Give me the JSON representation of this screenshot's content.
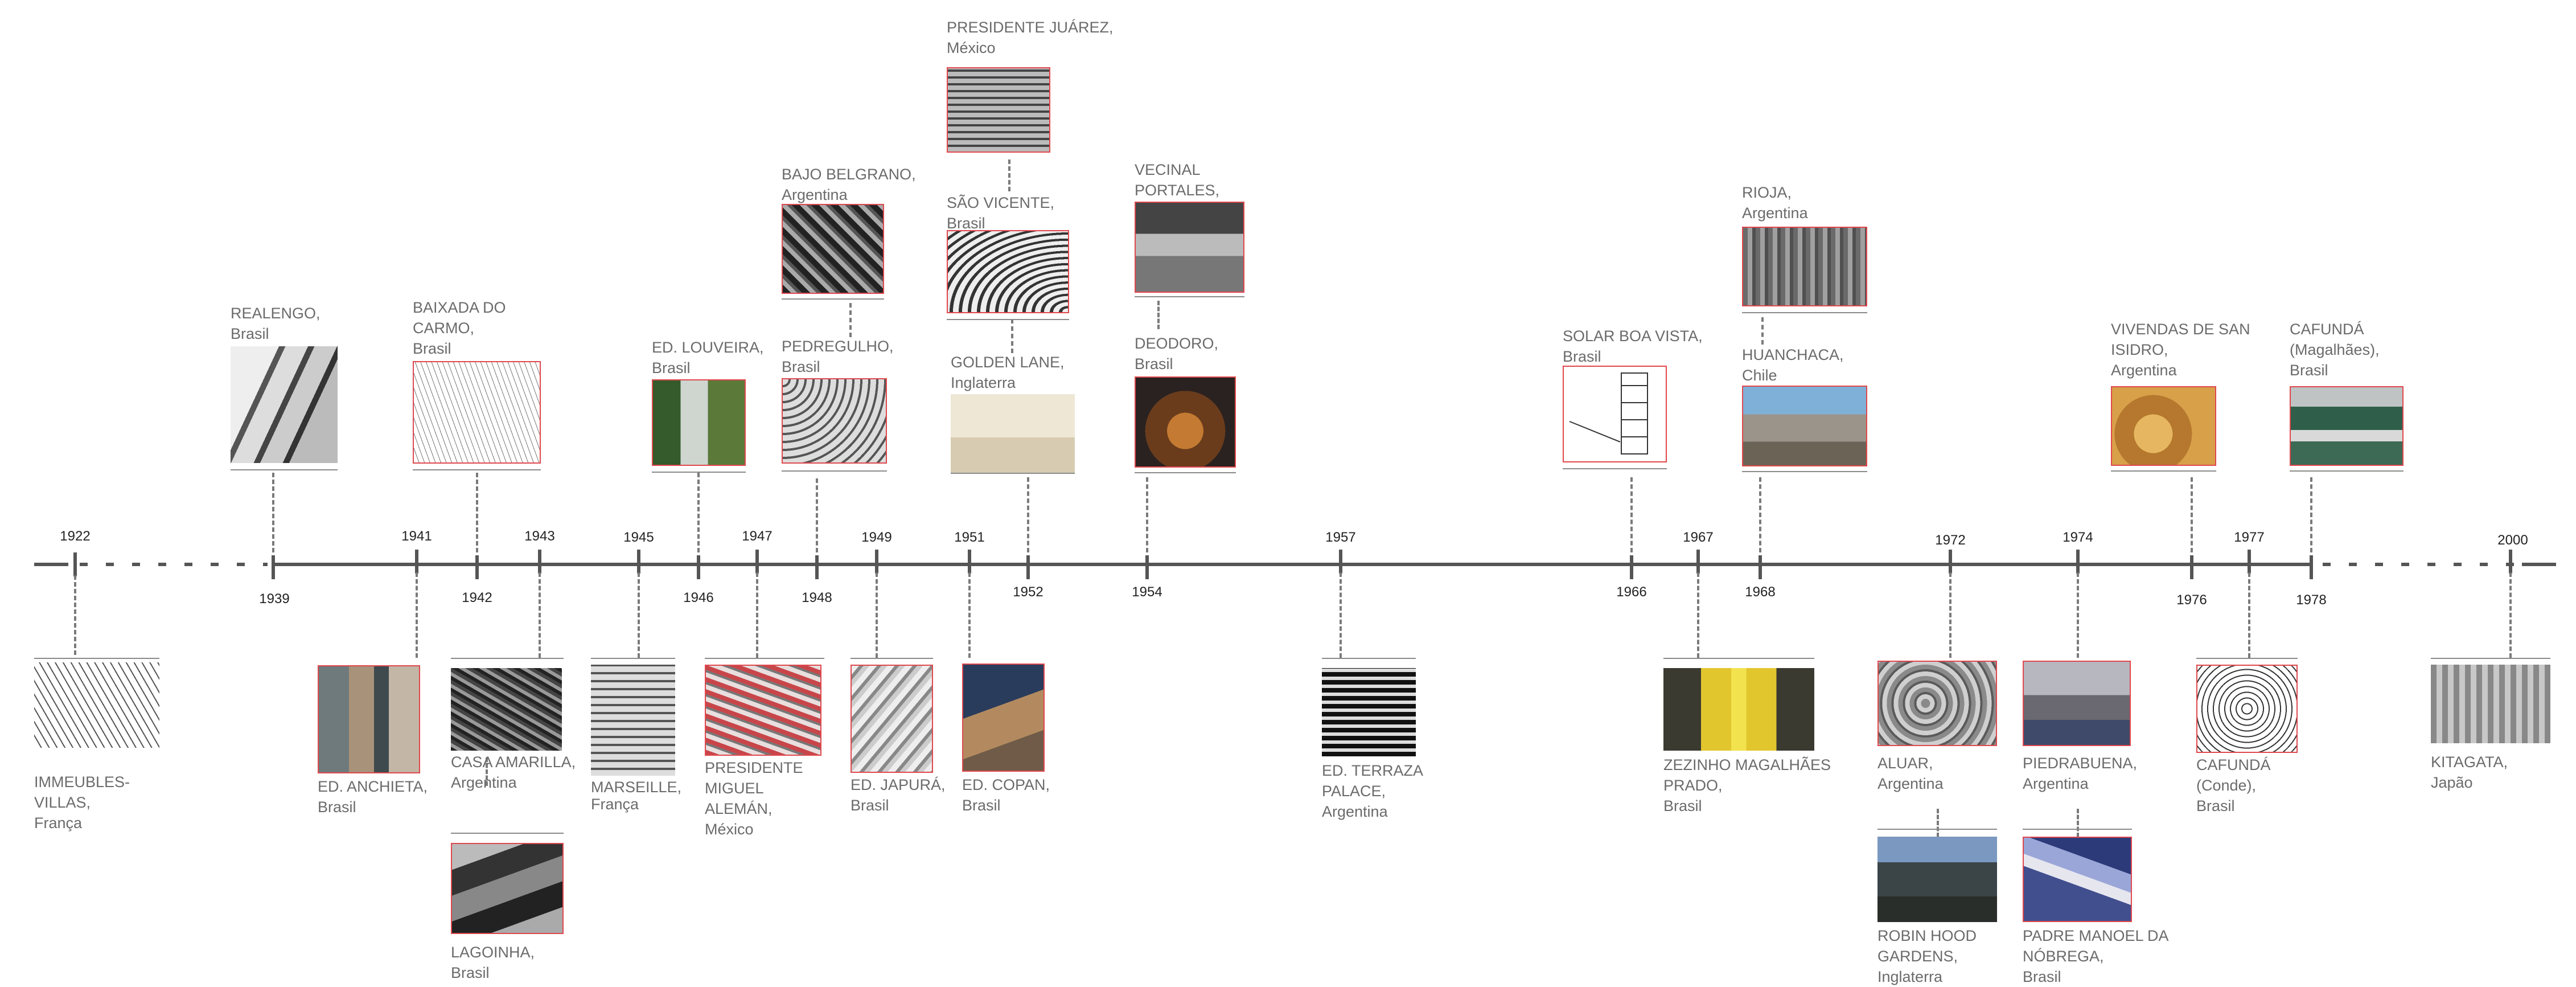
{
  "timeline": {
    "years_top": [
      "1922",
      "1941",
      "1943",
      "1945",
      "1947",
      "1949",
      "1951",
      "1957",
      "1967",
      "1972",
      "1974",
      "1977",
      "2000"
    ],
    "years_bottom": [
      "1939",
      "1942",
      "1946",
      "1948",
      "1952",
      "1954",
      "1966",
      "1968",
      "1976",
      "1978"
    ]
  },
  "projects": [
    {
      "id": "immeubles",
      "label": "IMMEUBLES-VILLAS,\nFrança",
      "style": "sketch"
    },
    {
      "id": "realengo",
      "label": "REALENGO,\nBrasil",
      "style": "bw"
    },
    {
      "id": "anchieta",
      "label": "ED. ANCHIETA,\nBrasil",
      "style": "color"
    },
    {
      "id": "baixada",
      "label": "BAIXADA DO\nCARMO,\nBrasil",
      "style": "sketch"
    },
    {
      "id": "casa_amarilla",
      "label": "CASA AMARILLA,\nArgentina",
      "style": "bw"
    },
    {
      "id": "lagoinha",
      "label": "LAGOINHA,\nBrasil",
      "style": "bw"
    },
    {
      "id": "marseille",
      "label": "MARSEILLE,\nFrança",
      "style": "bw"
    },
    {
      "id": "louveira",
      "label": "ED. LOUVEIRA,\nBrasil",
      "style": "color"
    },
    {
      "id": "miguel_aleman",
      "label": "PRESIDENTE\nMIGUEL\nALEMÁN,\nMéxico",
      "style": "color"
    },
    {
      "id": "bajo_belgrano",
      "label": "BAJO BELGRANO,\nArgentina",
      "style": "bw"
    },
    {
      "id": "pedregulho",
      "label": "PEDREGULHO,\nBrasil",
      "style": "bw"
    },
    {
      "id": "japura",
      "label": "ED. JAPURÁ,\nBrasil",
      "style": "bw"
    },
    {
      "id": "copan",
      "label": "ED. COPAN,\nBrasil",
      "style": "color"
    },
    {
      "id": "juarez",
      "label": "PRESIDENTE JUÁREZ,\nMéxico",
      "style": "bw"
    },
    {
      "id": "sao_vicente",
      "label": "SÃO VICENTE,\nBrasil",
      "style": "bw"
    },
    {
      "id": "golden_lane",
      "label": "GOLDEN LANE,\nInglaterra",
      "style": "beige"
    },
    {
      "id": "vecinal",
      "label": "VECINAL PORTALES,\nChile",
      "style": "bw"
    },
    {
      "id": "deodoro",
      "label": "DEODORO,\nBrasil",
      "style": "warm"
    },
    {
      "id": "terraza",
      "label": "ED. TERRAZA\nPALACE,\nArgentina",
      "style": "bw"
    },
    {
      "id": "boa_vista",
      "label": "SOLAR BOA VISTA,\nBrasil",
      "style": "sketch"
    },
    {
      "id": "zezinho",
      "label": "ZEZINHO MAGALHÃES\nPRADO,\nBrasil",
      "style": "yellow"
    },
    {
      "id": "rioja",
      "label": "RIOJA,\nArgentina",
      "style": "grey"
    },
    {
      "id": "huanchaca",
      "label": "HUANCHACA,\nChile",
      "style": "blue"
    },
    {
      "id": "aluar",
      "label": "ALUAR,\nArgentina",
      "style": "grey"
    },
    {
      "id": "robin_hood",
      "label": "ROBIN HOOD\nGARDENS,\nInglaterra",
      "style": "dark"
    },
    {
      "id": "piedrabuena",
      "label": "PIEDRABUENA,\nArgentina",
      "style": "grey"
    },
    {
      "id": "manoel",
      "label": "PADRE MANOEL DA\nNÓBREGA,\nBrasil",
      "style": "blue"
    },
    {
      "id": "san_isidro",
      "label": "VIVENDAS DE SAN\nISIDRO,\nArgentina",
      "style": "ochre"
    },
    {
      "id": "cafunda_conde",
      "label": "CAFUNDÁ\n(Conde),\nBrasil",
      "style": "sketch"
    },
    {
      "id": "cafunda_magalhaes",
      "label": "CAFUNDÁ\n(Magalhães),\nBrasil",
      "style": "green"
    },
    {
      "id": "kitagata",
      "label": "KITAGATA,\nJapão",
      "style": "grey"
    }
  ],
  "colors": {
    "axis": "#555555",
    "frame": "#e0484d",
    "label": "#6b6b6b",
    "connector": "#7a7a7a"
  }
}
